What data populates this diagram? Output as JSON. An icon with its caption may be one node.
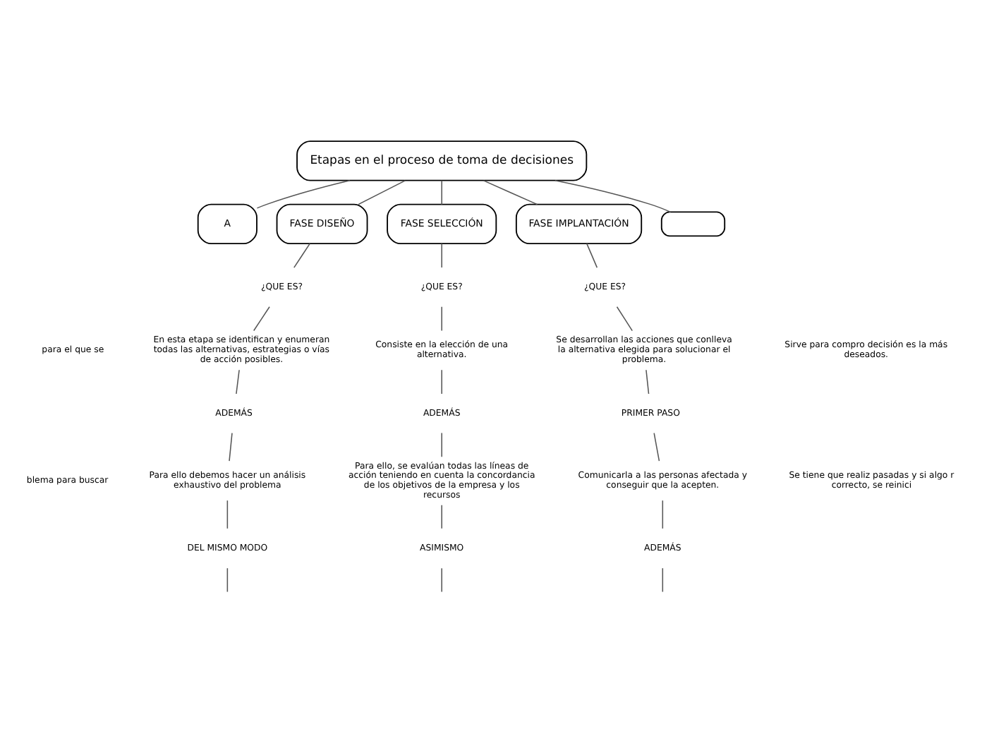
{
  "diagram": {
    "nodes": [
      {
        "text": [
          "Etapas en el proceso de toma de decisiones"
        ]
      },
      {
        "text": [
          "A"
        ]
      },
      {
        "text": [
          "para el que se"
        ]
      },
      {
        "text": [
          "blema para buscar"
        ]
      },
      {
        "text": [
          "FASE DISEÑO"
        ]
      },
      {
        "text": [
          "¿QUE ES?"
        ]
      },
      {
        "text": [
          "En esta etapa se identifican y enumeran todas las alternativas, estrategias o vías de acción posibles."
        ]
      },
      {
        "text": [
          "ADEMÁS"
        ]
      },
      {
        "text": [
          "Para ello debemos hacer un análisis exhaustivo del problema"
        ]
      },
      {
        "text": [
          "DEL MISMO MODO"
        ]
      },
      {
        "text": [
          "FASE SELECCIÓN"
        ]
      },
      {
        "text": [
          "¿QUE ES?"
        ]
      },
      {
        "text": [
          "Consiste en la elección de una alternativa."
        ]
      },
      {
        "text": [
          "ADEMÁS"
        ]
      },
      {
        "text": [
          "Para ello, se evalúan todas las líneas de acción teniendo en cuenta la concordancia de los objetivos de la empresa y los recursos"
        ]
      },
      {
        "text": [
          "ASIMISMO"
        ]
      },
      {
        "text": [
          "FASE IMPLANTACIÓN"
        ]
      },
      {
        "text": [
          "¿QUE ES?"
        ]
      },
      {
        "text": [
          "Se desarrollan las acciones que conlleva la alternativa elegida para solucionar el problema."
        ]
      },
      {
        "text": [
          "PRIMER PASO"
        ]
      },
      {
        "text": [
          "Comunicarla a las personas afectada y conseguir que la acepten."
        ]
      },
      {
        "text": [
          "ADEMÁS"
        ]
      },
      {
        "text": [],
        "shape": "box"
      },
      {
        "text": [
          "Sirve para compro decisión es la más deseados."
        ]
      },
      {
        "text": [
          "Se tiene que realiz pasadas y si algo r correcto, se reinici"
        ]
      }
    ],
    "edges": [
      {
        "from": 0,
        "to": 1,
        "arrow": "none"
      },
      {
        "from": 0,
        "to": 4,
        "arrow": "none"
      },
      {
        "from": 0,
        "to": 10,
        "arrow": "none"
      },
      {
        "from": 0,
        "to": 16,
        "arrow": "none"
      },
      {
        "from": 0,
        "to": 22,
        "arrow": "none"
      },
      {
        "from": 4,
        "to": 5,
        "arrow": "none"
      },
      {
        "from": 5,
        "to": 6,
        "arrow": "none"
      },
      {
        "from": 6,
        "to": 7,
        "arrow": "none"
      },
      {
        "from": 7,
        "to": 8,
        "arrow": "none"
      },
      {
        "from": 8,
        "to": 9,
        "arrow": "none"
      },
      {
        "from": 9,
        "to": null,
        "arrow": "none"
      },
      {
        "from": 10,
        "to": 11,
        "arrow": "none"
      },
      {
        "from": 11,
        "to": 12,
        "arrow": "none"
      },
      {
        "from": 12,
        "to": 13,
        "arrow": "none"
      },
      {
        "from": 13,
        "to": 14,
        "arrow": "none"
      },
      {
        "from": 14,
        "to": 15,
        "arrow": "none"
      },
      {
        "from": 15,
        "to": null,
        "arrow": "none"
      },
      {
        "from": 16,
        "to": 17,
        "arrow": "none"
      },
      {
        "from": 17,
        "to": 18,
        "arrow": "none"
      },
      {
        "from": 18,
        "to": 19,
        "arrow": "none"
      },
      {
        "from": 19,
        "to": 20,
        "arrow": "none"
      },
      {
        "from": 20,
        "to": 21,
        "arrow": "none"
      },
      {
        "from": 21,
        "to": null,
        "arrow": "none"
      }
    ]
  }
}
